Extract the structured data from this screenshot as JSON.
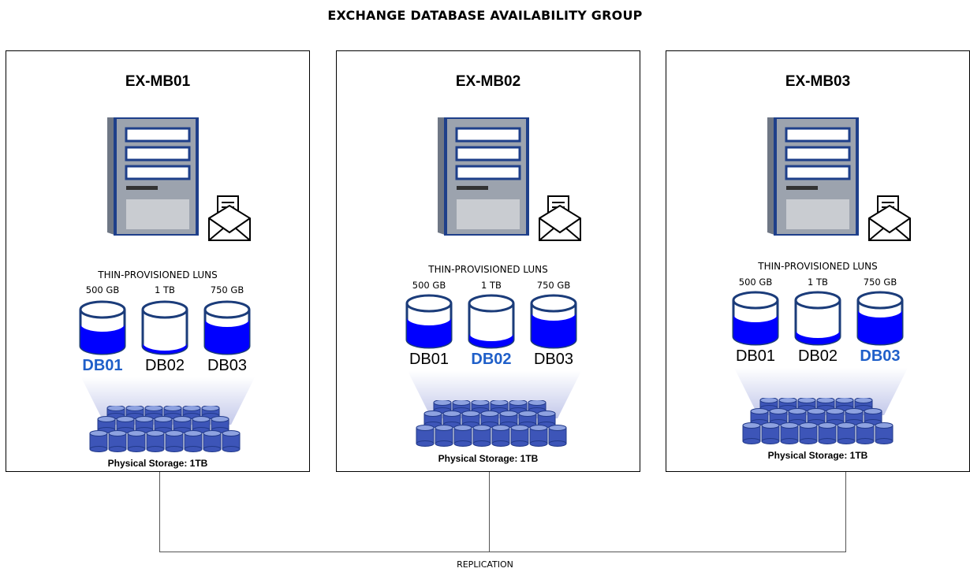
{
  "title": "EXCHANGE DATABASE AVAILABILITY GROUP",
  "replication_label": "REPLICATION",
  "colors": {
    "fill_blue": "#0000ff",
    "db_outline": "#1b3c7a",
    "active_label": "#1f5fc9",
    "server_body": "#9ca3ae",
    "server_accent": "#1e3f8a"
  },
  "servers": [
    {
      "name": "EX-MB01",
      "luns_title": "THIN-PROVISIONED LUNS",
      "storage_label": "Physical Storage: 1TB",
      "luns": [
        {
          "size": "500 GB",
          "db": "DB01",
          "active": true
        },
        {
          "size": "1 TB",
          "db": "DB02",
          "active": false
        },
        {
          "size": "750 GB",
          "db": "DB03",
          "active": false
        }
      ]
    },
    {
      "name": "EX-MB02",
      "luns_title": "THIN-PROVISIONED LUNS",
      "storage_label": "Physical Storage: 1TB",
      "luns": [
        {
          "size": "500 GB",
          "db": "DB01",
          "active": false
        },
        {
          "size": "1 TB",
          "db": "DB02",
          "active": true
        },
        {
          "size": "750 GB",
          "db": "DB03",
          "active": false
        }
      ]
    },
    {
      "name": "EX-MB03",
      "luns_title": "THIN-PROVISIONED LUNS",
      "storage_label": "Physical Storage: 1TB",
      "luns": [
        {
          "size": "500 GB",
          "db": "DB01",
          "active": false
        },
        {
          "size": "1 TB",
          "db": "DB02",
          "active": false
        },
        {
          "size": "750 GB",
          "db": "DB03",
          "active": true
        }
      ]
    }
  ]
}
